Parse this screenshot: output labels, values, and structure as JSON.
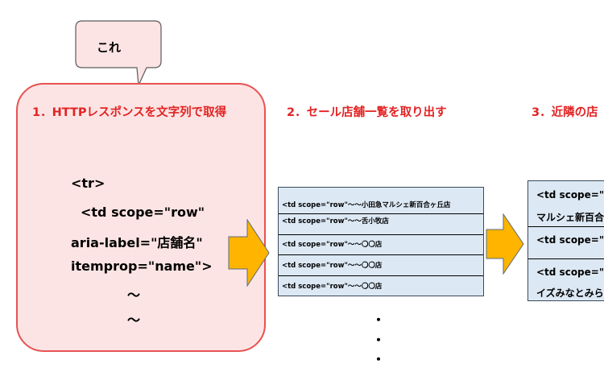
{
  "bubble": {
    "text": "これ"
  },
  "steps": {
    "step1": "1．HTTPレスポンスを文字列で取得",
    "step2": "2．セール店舗一覧を取り出す",
    "step3": "3．近隣の店"
  },
  "panel": {
    "lines": [
      "<tr>",
      "<td scope=\"row\"",
      "aria-label=\"店舗名\"",
      "itemprop=\"name\">",
      "～",
      "～"
    ]
  },
  "store_list": [
    "<td scope=\"row\"～～小田急マルシェ新百合ヶ丘店",
    "<td scope=\"row\"～～舌小牧店",
    "<td scope=\"row\"～～〇〇店",
    "<td scope=\"row\"～～〇〇店",
    "<td scope=\"row\"～～〇〇店"
  ],
  "continuation_dots": [
    "・",
    "・",
    "・"
  ],
  "nearby_list": [
    "<td scope=\"",
    "マルシェ新百合",
    "<td scope=\"",
    "<td scope=\"",
    "イズみなとみら"
  ],
  "colors": {
    "heading_red": "#e32323",
    "panel_fill": "#fde4e4",
    "panel_border": "#e75252",
    "arrow_fill": "#ffb400",
    "list_fill": "#dce8f4"
  }
}
